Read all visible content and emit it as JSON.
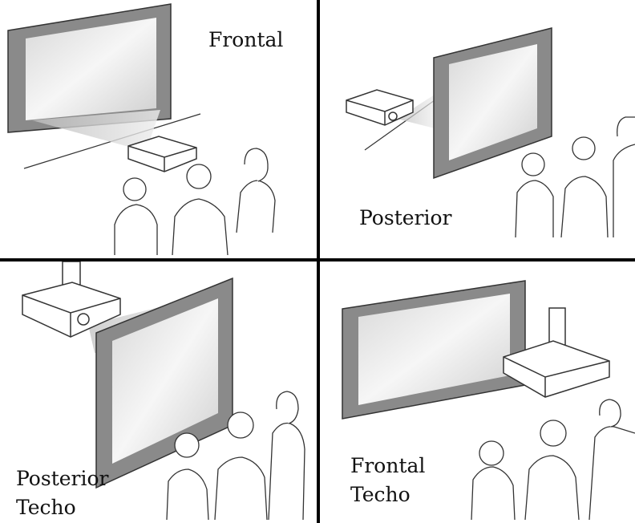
{
  "panels": [
    {
      "id": "frontal",
      "label_lines": [
        "Frontal"
      ]
    },
    {
      "id": "posterior",
      "label_lines": [
        "Posterior"
      ]
    },
    {
      "id": "posterior-techo",
      "label_lines": [
        "Posterior",
        "Techo"
      ]
    },
    {
      "id": "frontal-techo",
      "label_lines": [
        "Frontal",
        "Techo"
      ]
    }
  ],
  "colors": {
    "divider": "#000000",
    "screen_frame": "#8a8a8a",
    "screen_surface": "#e4e4e4",
    "beam": "#cfcfcf"
  }
}
